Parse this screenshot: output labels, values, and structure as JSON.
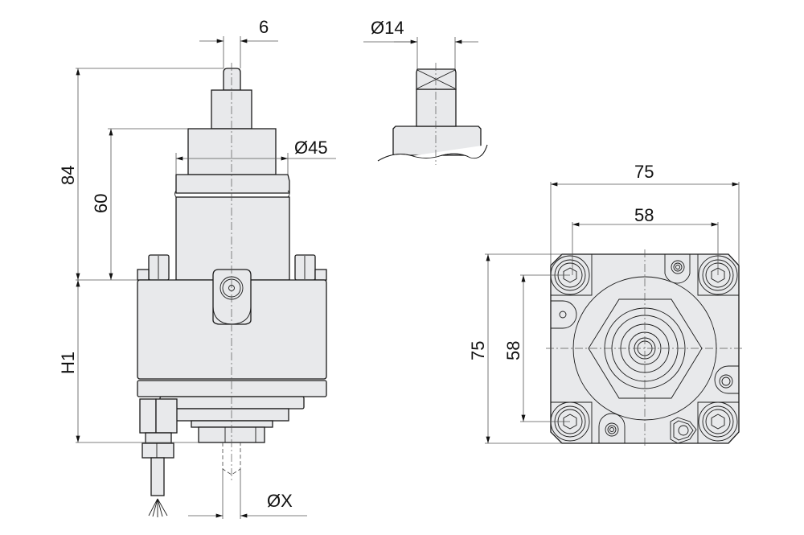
{
  "drawing": {
    "title": "Tool holder technical drawing",
    "colors": {
      "fill": "#e8e9eb",
      "line": "#1a1a1a",
      "dimension": "#555555",
      "background": "#ffffff"
    },
    "views": {
      "side_view": {
        "dimensions": {
          "pin_width": "6",
          "overall_height": "84",
          "upper_height": "60",
          "upper_diameter": "Ø45",
          "lower_height": "H1",
          "tool_diameter": "ØX"
        }
      },
      "detail_view": {
        "dimensions": {
          "square_drive": "Ø14"
        }
      },
      "bottom_view": {
        "dimensions": {
          "outer_width": "75",
          "bolt_pitch_x": "58",
          "outer_height": "75",
          "bolt_pitch_y": "58"
        }
      }
    }
  }
}
